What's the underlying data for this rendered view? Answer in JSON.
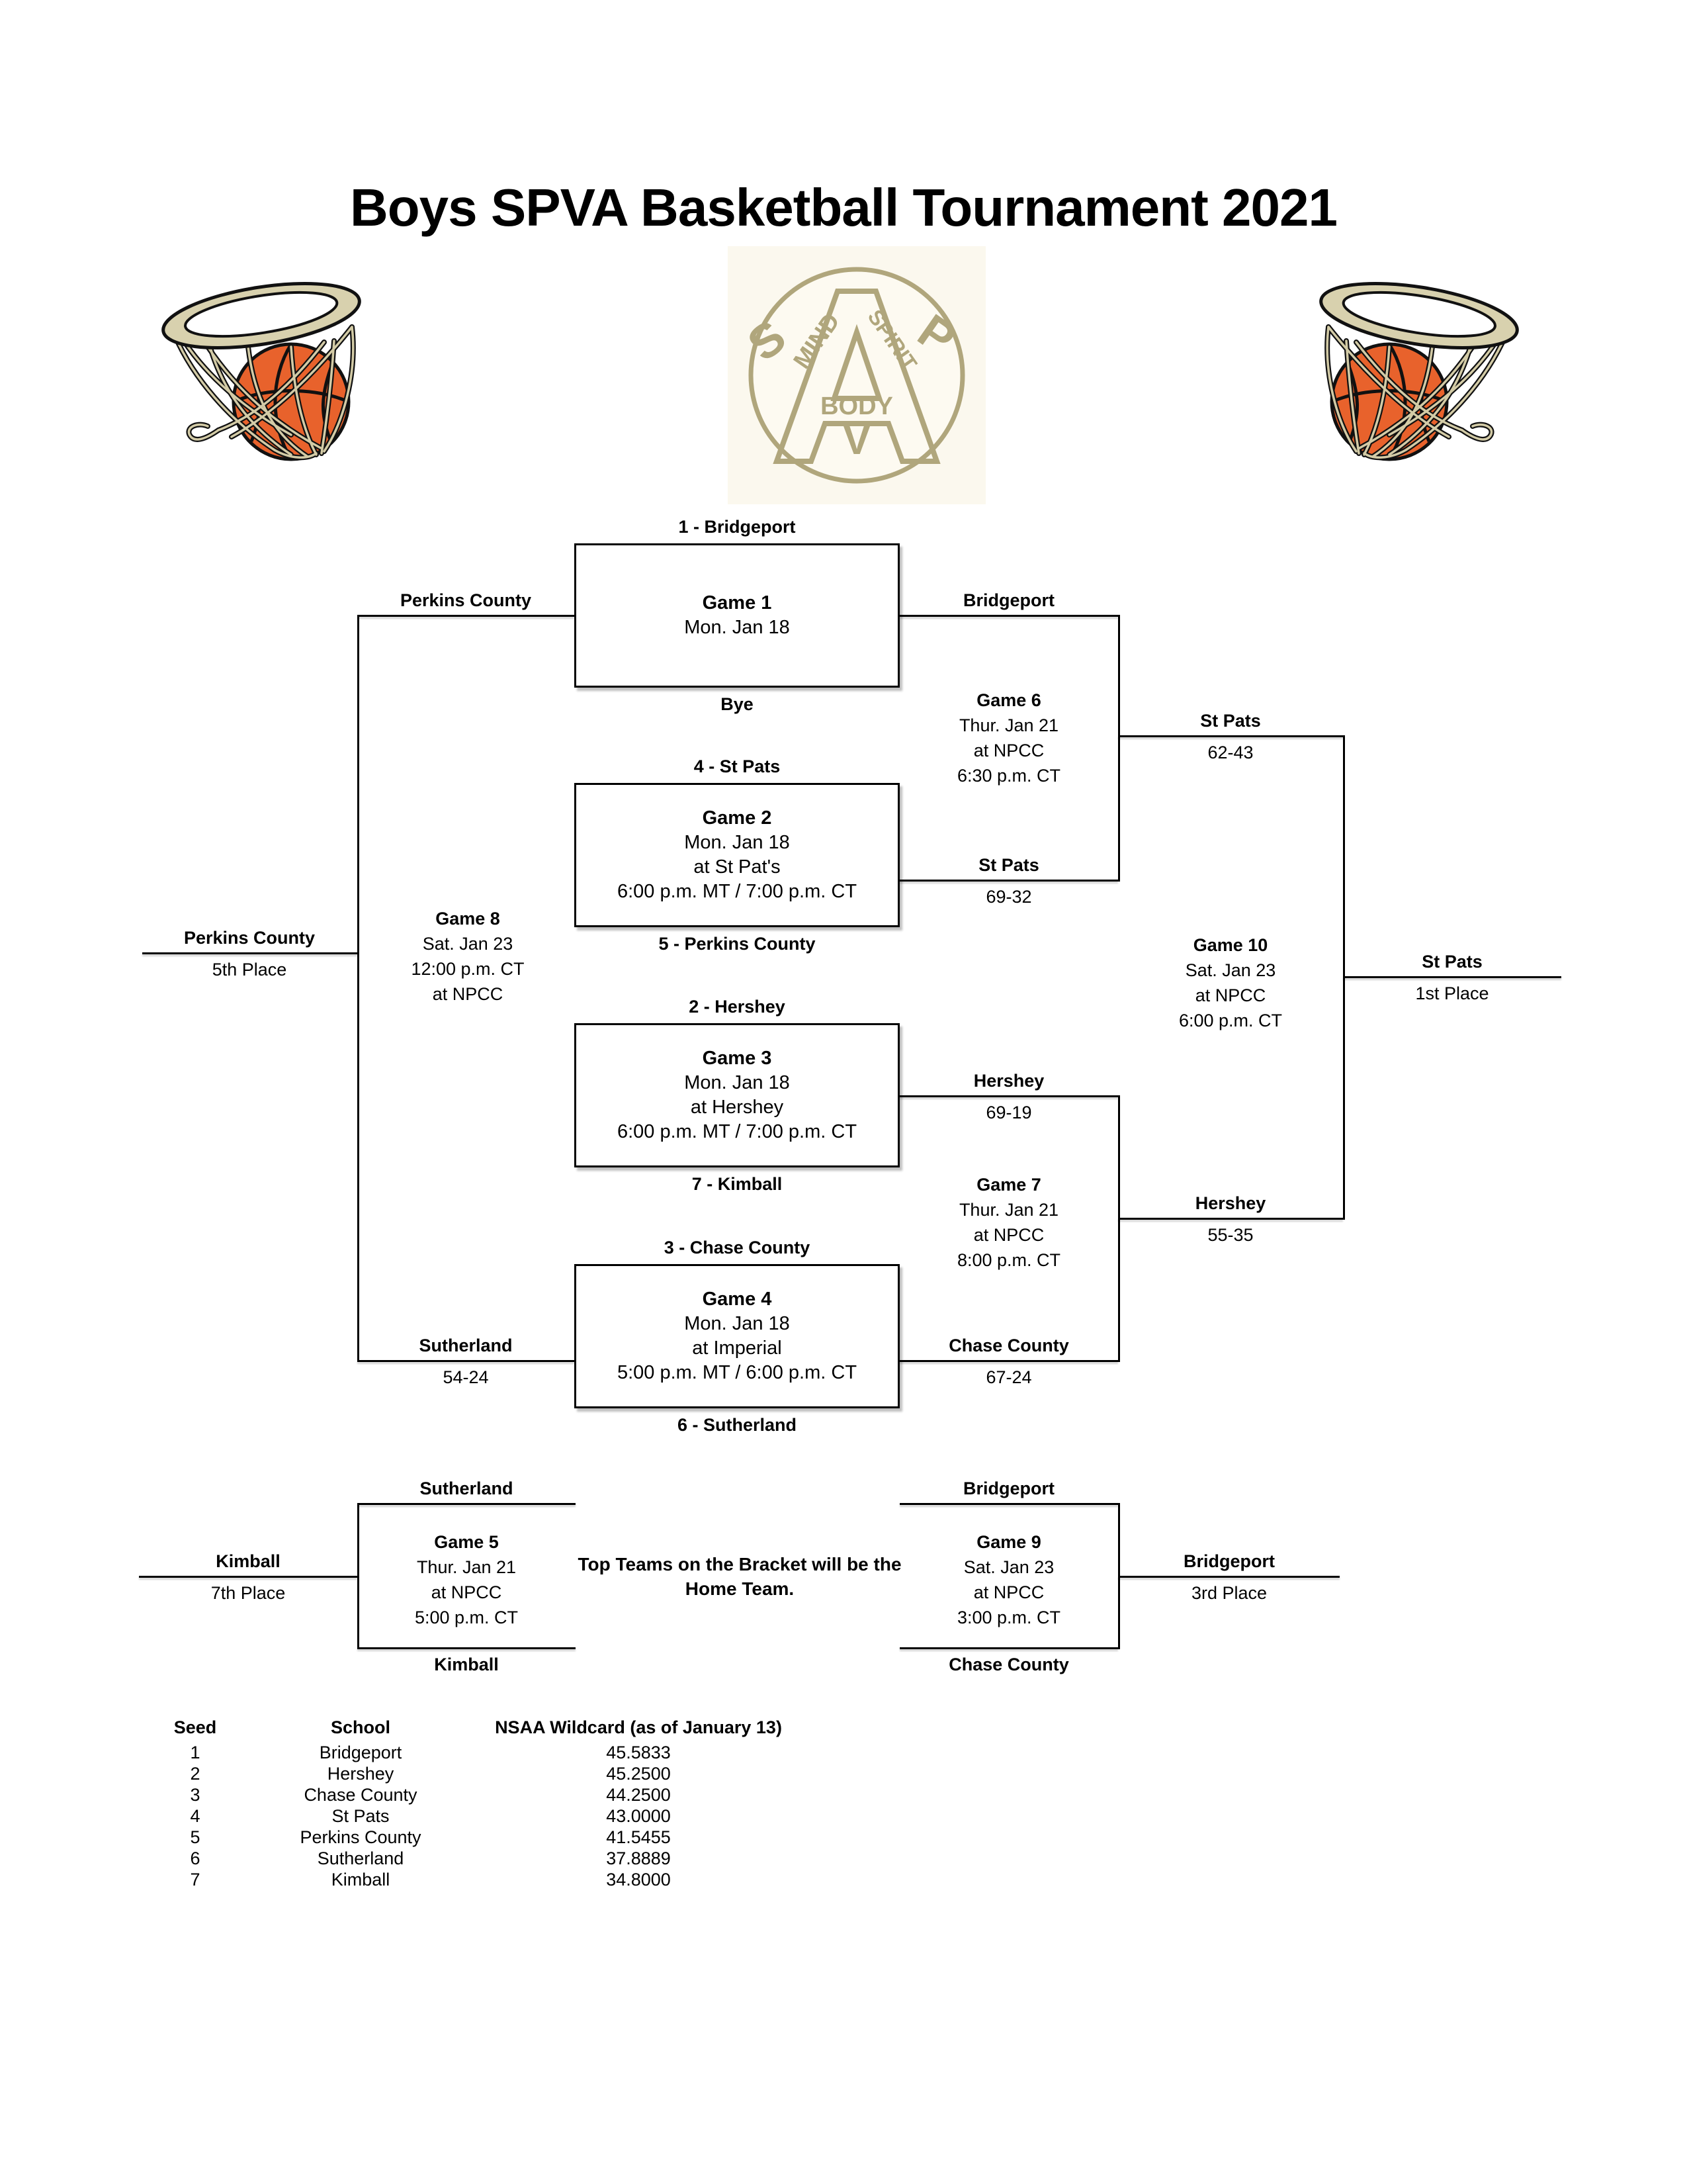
{
  "title": "Boys SPVA Basketball Tournament 2021",
  "colors": {
    "ball_orange": "#e8622c",
    "net_tan": "#d3cba6",
    "logo_tan": "#b0a67c",
    "logo_cream": "#fbf8ee",
    "line_black": "#000000"
  },
  "logo": {
    "letter_a": "A",
    "letter_s": "S",
    "letter_p": "P",
    "letter_v": "V",
    "word_mind": "MIND",
    "word_spirit": "SPIRIT",
    "word_body": "BODY"
  },
  "round1": [
    {
      "seed_top": "1 - Bridgeport",
      "name": "Game 1",
      "date": "Mon. Jan 18",
      "venue": "",
      "time": "",
      "seed_bottom": "Bye"
    },
    {
      "seed_top": "4 - St Pats",
      "name": "Game 2",
      "date": "Mon. Jan 18",
      "venue": "at St Pat's",
      "time": "6:00 p.m. MT / 7:00 p.m. CT",
      "seed_bottom": "5 - Perkins County"
    },
    {
      "seed_top": "2 - Hershey",
      "name": "Game 3",
      "date": "Mon. Jan 18",
      "venue": "at Hershey",
      "time": "6:00 p.m. MT / 7:00 p.m. CT",
      "seed_bottom": "7 - Kimball"
    },
    {
      "seed_top": "3 - Chase County",
      "name": "Game 4",
      "date": "Mon. Jan 18",
      "venue": "at Imperial",
      "time": "5:00 p.m. MT / 6:00 p.m. CT",
      "seed_bottom": "6 - Sutherland"
    }
  ],
  "games": {
    "game5": {
      "name": "Game 5",
      "l1": "Thur. Jan 21",
      "l2": "at NPCC",
      "l3": "5:00 p.m. CT"
    },
    "game6": {
      "name": "Game 6",
      "l1": "Thur. Jan 21",
      "l2": "at NPCC",
      "l3": "6:30 p.m. CT"
    },
    "game7": {
      "name": "Game 7",
      "l1": "Thur. Jan 21",
      "l2": "at NPCC",
      "l3": "8:00 p.m. CT"
    },
    "game8": {
      "name": "Game 8",
      "l1": "Sat. Jan 23",
      "l2": "12:00 p.m. CT",
      "l3": "at NPCC"
    },
    "game9": {
      "name": "Game 9",
      "l1": "Sat. Jan 23",
      "l2": "at NPCC",
      "l3": "3:00 p.m. CT"
    },
    "game10": {
      "name": "Game 10",
      "l1": "Sat. Jan 23",
      "l2": "at NPCC",
      "l3": "6:00 p.m. CT"
    }
  },
  "slots": {
    "r1_perkins": {
      "team": "Perkins County"
    },
    "r1_bridgeport": {
      "team": "Bridgeport"
    },
    "g2_winner": {
      "team": "St Pats",
      "sub": "69-32"
    },
    "g3_winner": {
      "team": "Hershey",
      "sub": "69-19"
    },
    "g4_winner": {
      "team": "Chase County",
      "sub": "67-24"
    },
    "g4_loser": {
      "team": "Sutherland",
      "sub": "54-24"
    },
    "g6_winner": {
      "team": "St Pats",
      "sub": "62-43"
    },
    "g7_winner": {
      "team": "Hershey",
      "sub": "55-35"
    },
    "champion": {
      "team": "St Pats",
      "sub": "1st Place"
    },
    "fifth_place": {
      "team": "Perkins County",
      "sub": "5th Place"
    },
    "g5_top": {
      "team": "Sutherland"
    },
    "g5_bottom": {
      "team": "Kimball"
    },
    "g5_winner": {
      "team": "Kimball",
      "sub": "7th Place"
    },
    "g9_top": {
      "team": "Bridgeport"
    },
    "g9_bottom": {
      "team": "Chase County"
    },
    "g9_winner": {
      "team": "Bridgeport",
      "sub": "3rd Place"
    }
  },
  "note": {
    "line1": "Top Teams on the Bracket will be the",
    "line2": "Home Team."
  },
  "seed_table": {
    "headers": [
      "Seed",
      "School",
      "NSAA Wildcard (as of January 13)"
    ],
    "rows": [
      {
        "seed": "1",
        "school": "Bridgeport",
        "wildcard": "45.5833"
      },
      {
        "seed": "2",
        "school": "Hershey",
        "wildcard": "45.2500"
      },
      {
        "seed": "3",
        "school": "Chase County",
        "wildcard": "44.2500"
      },
      {
        "seed": "4",
        "school": "St Pats",
        "wildcard": "43.0000"
      },
      {
        "seed": "5",
        "school": "Perkins County",
        "wildcard": "41.5455"
      },
      {
        "seed": "6",
        "school": "Sutherland",
        "wildcard": "37.8889"
      },
      {
        "seed": "7",
        "school": "Kimball",
        "wildcard": "34.8000"
      }
    ]
  }
}
